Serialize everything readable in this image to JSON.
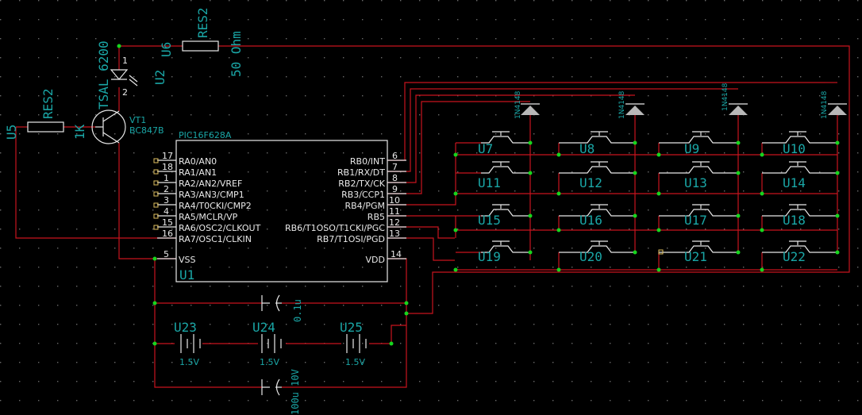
{
  "components": {
    "mcu": {
      "name": "PIC16F628A",
      "ref": "U1",
      "left_pins": [
        {
          "num": "17",
          "name": "RA0/AN0"
        },
        {
          "num": "18",
          "name": "RA1/AN1"
        },
        {
          "num": "1",
          "name": "RA2/AN2/VREF"
        },
        {
          "num": "2",
          "name": "RA3/AN3/CMP1"
        },
        {
          "num": "3",
          "name": "RA4/T0CKI/CMP2"
        },
        {
          "num": "4",
          "name": "RA5/MCLR/VP"
        },
        {
          "num": "15",
          "name": "RA6/OSC2/CLKOUT"
        },
        {
          "num": "16",
          "name": "RA7/OSC1/CLKIN"
        },
        {
          "num": "5",
          "name": "VSS"
        }
      ],
      "right_pins": [
        {
          "num": "6",
          "name": "RB0/INT"
        },
        {
          "num": "7",
          "name": "RB1/RX/DT"
        },
        {
          "num": "8",
          "name": "RB2/TX/CK"
        },
        {
          "num": "9",
          "name": "RB3/CCP1"
        },
        {
          "num": "10",
          "name": "RB4/PGM"
        },
        {
          "num": "11",
          "name": "RB5"
        },
        {
          "num": "12",
          "name": "RB6/T1OSO/T1CKI/PGC"
        },
        {
          "num": "13",
          "name": "RB7/T1OSI/PGD"
        },
        {
          "num": "14",
          "name": "VDD"
        }
      ]
    },
    "transistor": {
      "ref": "VT1",
      "type": "BC847B"
    },
    "resistor_base": {
      "type": "RES2",
      "ref": "U5",
      "value": "1K"
    },
    "resistor_led": {
      "type": "RES2",
      "ref": "U6",
      "value": "50 Ohm"
    },
    "ir_led": {
      "type": "TSAL 6200",
      "ref": "U2",
      "pin1": "1",
      "pin2": "2"
    },
    "diode_type": "1N4148",
    "buttons": [
      "U7",
      "U8",
      "U9",
      "U10",
      "U11",
      "U12",
      "U13",
      "U14",
      "U15",
      "U16",
      "U17",
      "U18",
      "U19",
      "U20",
      "U21",
      "U22"
    ],
    "batteries": [
      {
        "ref": "U23",
        "value": "1.5V"
      },
      {
        "ref": "U24",
        "value": "1.5V"
      },
      {
        "ref": "U25",
        "value": "1.5V"
      }
    ],
    "cap_small": "0.1u",
    "cap_large": "100u 10V"
  },
  "colors": {
    "wire": "#c8141e",
    "label": "#1aa6a6",
    "body": "#e8e8e8",
    "node": "#16d61e",
    "background": "#000000"
  }
}
